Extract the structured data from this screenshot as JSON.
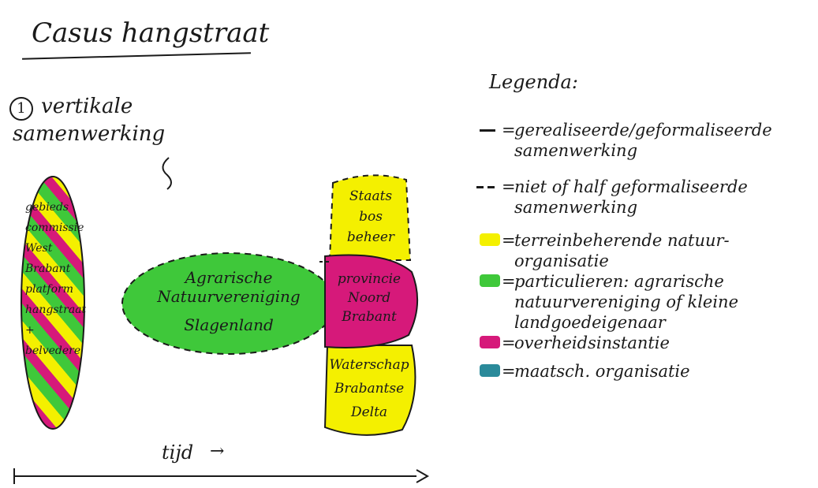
{
  "title": "Casus hangstraat",
  "section": {
    "number": "1",
    "line1": "vertikale",
    "line2": "samenwerking"
  },
  "vertical_blob": {
    "text": "gebieds commissie West Brabant platform hangstraat + belvedere"
  },
  "blobs": {
    "green": {
      "line1": "Agrarische",
      "line2": "Natuurvereniging",
      "line3": "Slagenland"
    },
    "magenta": {
      "line1": "provincie",
      "line2": "Noord",
      "line3": "Brabant"
    },
    "yellow_top": {
      "line1": "Staats",
      "line2": "bos",
      "line3": "beheer"
    },
    "yellow_bottom": {
      "line1": "Waterschap",
      "line2": "Brabantse",
      "line3": "Delta"
    }
  },
  "timeline": {
    "label": "tijd",
    "arrow": "→"
  },
  "legend": {
    "title": "Legenda:",
    "items": [
      {
        "symbol": "solid-line",
        "text": "gerealiseerde/geformaliseerde samenwerking"
      },
      {
        "symbol": "dashed-line",
        "text": "niet of half geformaliseerde samenwerking"
      },
      {
        "symbol": "yellow",
        "color": "#f4f000",
        "text": "terreinbeherende natuur-organisatie"
      },
      {
        "symbol": "green",
        "color": "#3fc83a",
        "text": "particulieren: agrarische natuurvereniging of kleine landgoedeigenaar"
      },
      {
        "symbol": "magenta",
        "color": "#d6197a",
        "text": "overheidsinstantie"
      },
      {
        "symbol": "teal",
        "color": "#2a8a9a",
        "text": "maatsch. organisatie"
      }
    ]
  },
  "colors": {
    "yellow": "#f4f000",
    "green": "#3fc83a",
    "magenta": "#d6197a",
    "teal": "#2a8a9a"
  }
}
